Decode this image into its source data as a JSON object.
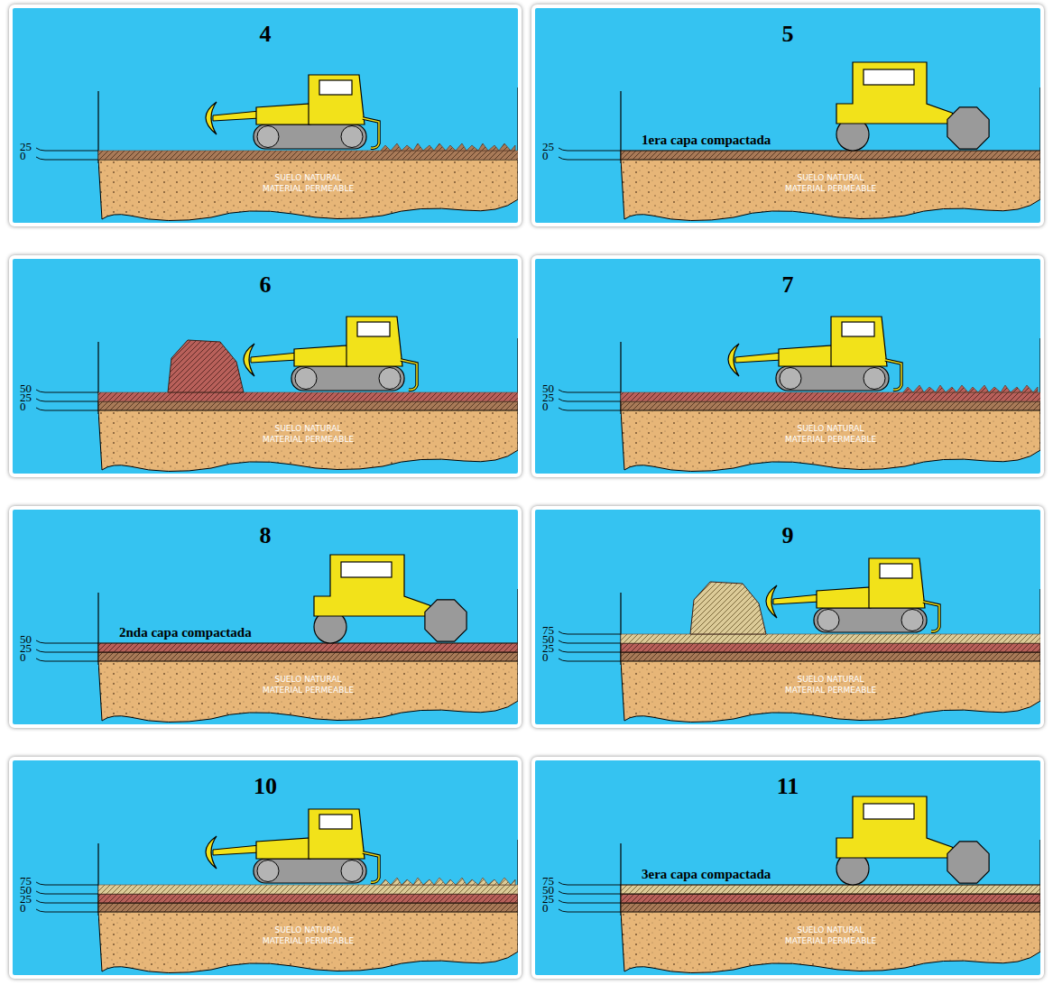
{
  "diagram": {
    "nodes": [
      {
        "text": [
          "4"
        ]
      },
      {
        "text": [
          "SUELO NATURAL MATERIAL PERMEABLE"
        ],
        "in": 0
      },
      {
        "text": [
          "5"
        ]
      },
      {
        "text": [
          "SUELO NATURAL MATERIAL PERMEABLE"
        ],
        "in": 2
      },
      {
        "text": [
          "6"
        ]
      },
      {
        "text": [
          "SUELO NATURAL MATERIAL PERMEABLE"
        ],
        "in": 4
      },
      {
        "text": [
          "7"
        ]
      },
      {
        "text": [
          "SUELO NATURAL MATERIAL PERMEABLE"
        ],
        "in": 6
      },
      {
        "text": [
          "8"
        ]
      },
      {
        "text": [
          "SUELO NATURAL MATERIAL PERMEABLE"
        ],
        "in": 8
      },
      {
        "text": [
          "9"
        ]
      },
      {
        "text": [
          "SUELO NATURAL MATERIAL PERMEABLE"
        ],
        "in": 10
      },
      {
        "text": [
          "10"
        ]
      },
      {
        "text": [
          "SUELO NATURAL MATERIAL PERMEABLE"
        ],
        "in": 12
      },
      {
        "text": [
          "11"
        ]
      },
      {
        "text": [
          "SUELO NATURAL MATERIAL PERMEABLE"
        ],
        "in": 14
      }
    ],
    "labels": [
      "25",
      "0",
      "1era capa compactada",
      "25",
      "0",
      "50",
      "25",
      "0",
      "50",
      "25",
      "0",
      "2nda capa compactada",
      "50",
      "25",
      "0",
      "75",
      "50",
      "25",
      "0",
      "75",
      "50",
      "25",
      "0",
      "3era capa compactada",
      "75",
      "50",
      "25",
      "0"
    ]
  }
}
